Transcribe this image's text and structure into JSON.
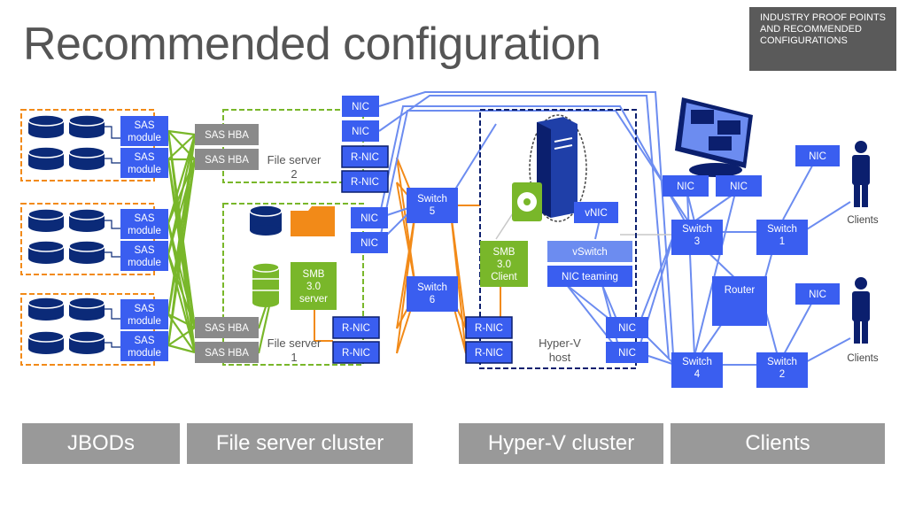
{
  "title": "Recommended configuration",
  "tag": "INDUSTRY PROOF POINTS AND RECOMMENDED CONFIGURATIONS",
  "jbod": {
    "sas_label": "SAS module"
  },
  "fileserver": {
    "sas_hba": "SAS HBA",
    "fs2_label": "File server 2",
    "fs1_label": "File server 1",
    "nic": "NIC",
    "rnic": "R-NIC",
    "smb_server": "SMB 3.0 server"
  },
  "switches": {
    "s5": "Switch 5",
    "s6": "Switch 6",
    "s3": "Switch 3",
    "s4": "Switch 4",
    "s1": "Switch 1",
    "s2": "Switch 2"
  },
  "hyperv": {
    "vnic": "vNIC",
    "vswitch": "vSwitch",
    "nic_teaming": "NIC teaming",
    "smb_client": "SMB 3.0 Client",
    "host_label": "Hyper-V host",
    "nic": "NIC",
    "rnic": "R-NIC"
  },
  "clients": {
    "router": "Router",
    "nic": "NIC",
    "clients_label": "Clients"
  },
  "bottom": {
    "jbods": "JBODs",
    "file_server_cluster": "File server cluster",
    "hyperv_cluster": "Hyper-V cluster",
    "clients": "Clients"
  },
  "colors": {
    "blue": "#3a5ef0",
    "navy": "#0b1f6e",
    "orange": "#f28a18",
    "green": "#79b72a",
    "gray": "#8a8a8a",
    "light_blue": "#6c8cf0"
  }
}
